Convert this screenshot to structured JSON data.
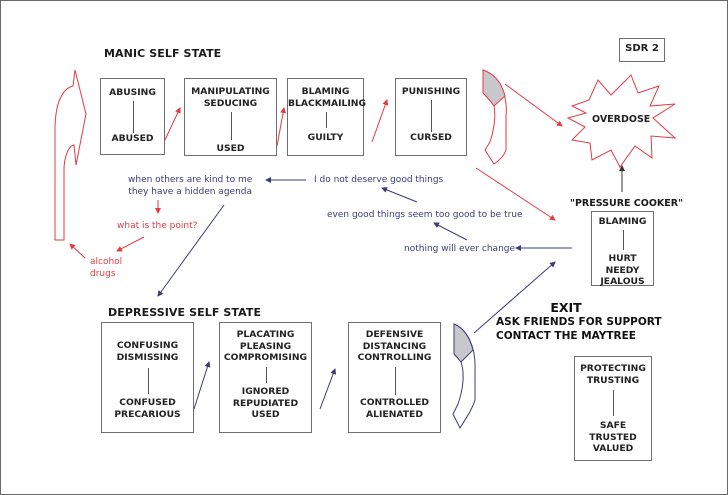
{
  "badge": {
    "label": "SDR 2"
  },
  "manic": {
    "title": "MANIC SELF STATE",
    "boxes": [
      {
        "top": [
          "ABUSING"
        ],
        "bottom": [
          "ABUSED"
        ]
      },
      {
        "top": [
          "MANIPULATING",
          "SEDUCING"
        ],
        "bottom": [
          "USED"
        ]
      },
      {
        "top": [
          "BLAMING",
          "BLACKMAILING"
        ],
        "bottom": [
          "GUILTY"
        ]
      },
      {
        "top": [
          "PUNISHING"
        ],
        "bottom": [
          "CURSED"
        ]
      }
    ]
  },
  "overdose": {
    "label": "OVERDOSE"
  },
  "pressure_cooker": {
    "title": "\"PRESSURE COOKER\"",
    "top": [
      "BLAMING"
    ],
    "bottom": [
      "HURT",
      "NEEDY",
      "JEALOUS"
    ]
  },
  "thoughts": {
    "blue": [
      {
        "lines": [
          "when others are kind to me",
          "they have a hidden agenda"
        ]
      },
      {
        "lines": [
          "I do not deserve good things"
        ]
      },
      {
        "lines": [
          "even good things seem too good to be true"
        ]
      },
      {
        "lines": [
          "nothing will ever change"
        ]
      }
    ],
    "red": [
      {
        "lines": [
          "what is the point?"
        ]
      },
      {
        "lines": [
          "alcohol",
          "drugs"
        ]
      }
    ]
  },
  "depressive": {
    "title": "DEPRESSIVE SELF STATE",
    "boxes": [
      {
        "top": [
          "CONFUSING",
          "DISMISSING"
        ],
        "bottom": [
          "CONFUSED",
          "PRECARIOUS"
        ]
      },
      {
        "top": [
          "PLACATING",
          "PLEASING",
          "COMPROMISING"
        ],
        "bottom": [
          "IGNORED",
          "REPUDIATED",
          "USED"
        ]
      },
      {
        "top": [
          "DEFENSIVE",
          "DISTANCING",
          "CONTROLLING"
        ],
        "bottom": [
          "CONTROLLED",
          "ALIENATED"
        ]
      }
    ]
  },
  "exit": {
    "title": "EXIT",
    "lines": [
      "ASK FRIENDS FOR SUPPORT",
      "CONTACT THE MAYTREE"
    ],
    "box": {
      "top": [
        "PROTECTING",
        "TRUSTING"
      ],
      "bottom": [
        "SAFE",
        "TRUSTED",
        "VALUED"
      ]
    }
  },
  "colors": {
    "red": "#e23b45",
    "blue": "#3b3b7a",
    "box_border": "#6f6f6f",
    "gray_fill": "#c8c8cc"
  }
}
